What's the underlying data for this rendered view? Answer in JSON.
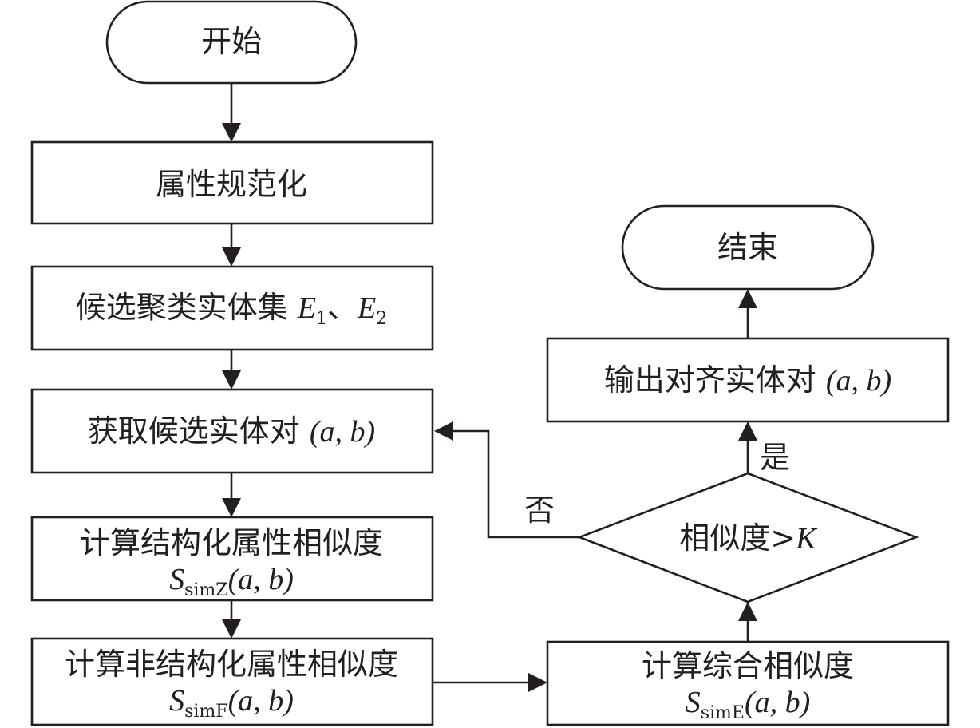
{
  "nodes": {
    "start": "开始",
    "normalize": "属性规范化",
    "candidate_sets": {
      "text": "候选聚类实体集 ",
      "e": "E",
      "sub1": "1",
      "sep": "、",
      "sub2": "2"
    },
    "get_pair": {
      "text": "获取候选实体对 ",
      "args": "(a, b)"
    },
    "structured": {
      "text": "计算结构化属性相似度",
      "s": "S",
      "sub": "simZ",
      "args": "(a, b)"
    },
    "unstructured": {
      "text": "计算非结构化属性相似度",
      "s": "S",
      "sub": "simF",
      "args": "(a, b)"
    },
    "combined": {
      "text": "计算综合相似度",
      "s": "S",
      "sub": "simE",
      "args": "(a, b)"
    },
    "decision": {
      "text": "相似度>",
      "k": "K"
    },
    "output": {
      "text": "输出对齐实体对 ",
      "args": "(a, b)"
    },
    "end": "结束"
  },
  "edges": {
    "yes_label": "是",
    "no_label": "否"
  },
  "colors": {
    "stroke": "#231f20",
    "fill": "#ffffff"
  }
}
